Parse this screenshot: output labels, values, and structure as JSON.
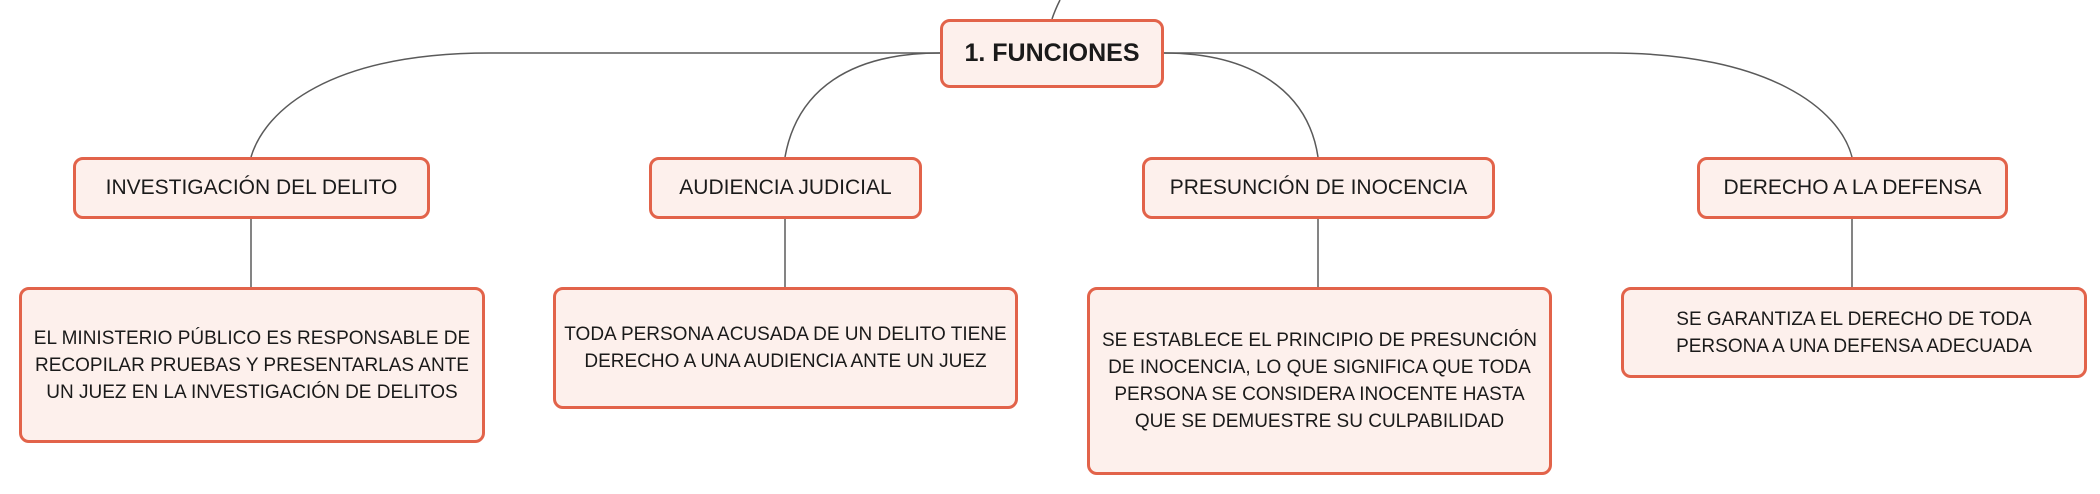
{
  "root": {
    "label": "1. FUNCIONES"
  },
  "topics": [
    {
      "label": "INVESTIGACIÓN DEL DELITO",
      "detail": "EL MINISTERIO PÚBLICO ES RESPONSABLE DE RECOPILAR PRUEBAS Y PRESENTARLAS ANTE UN JUEZ EN LA INVESTIGACIÓN DE DELITOS"
    },
    {
      "label": "AUDIENCIA JUDICIAL",
      "detail": "TODA PERSONA ACUSADA DE UN DELITO TIENE DERECHO A UNA AUDIENCIA ANTE UN JUEZ"
    },
    {
      "label": "PRESUNCIÓN DE INOCENCIA",
      "detail": "SE ESTABLECE EL PRINCIPIO DE PRESUNCIÓN DE INOCENCIA, LO QUE SIGNIFICA QUE TODA PERSONA SE CONSIDERA INOCENTE HASTA QUE SE DEMUESTRE SU CULPABILIDAD"
    },
    {
      "label": "DERECHO A LA DEFENSA",
      "detail": "SE GARANTIZA EL DERECHO DE TODA PERSONA A UNA DEFENSA ADECUADA"
    }
  ],
  "colors": {
    "node_border": "#e2634a",
    "node_fill": "#fdf0ec",
    "connector": "#5a5a5a",
    "text": "#1a1a1a"
  }
}
